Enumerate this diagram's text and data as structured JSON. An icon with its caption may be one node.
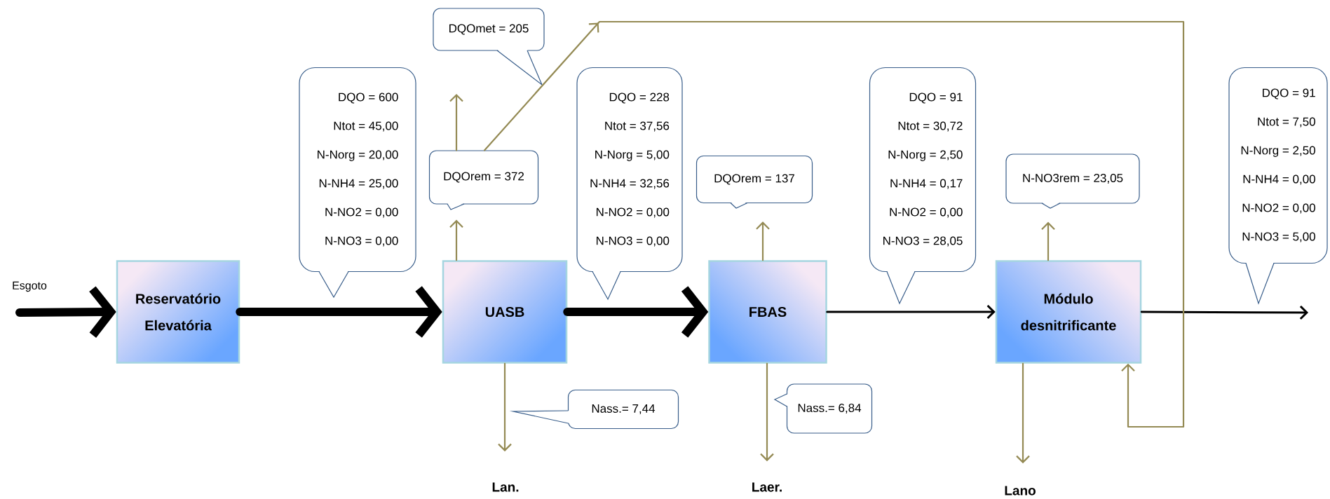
{
  "diagram": {
    "nodes": [
      {
        "text": [
          "DQOmet = 205"
        ]
      },
      {
        "text": [
          "DQO = 600",
          "Ntot = 45,00",
          "N-Norg = 20,00",
          "N-NH4 = 25,00",
          "N-NO2 = 0,00",
          "N-NO3 = 0,00"
        ]
      },
      {
        "text": [
          "DQOrem = 372"
        ]
      },
      {
        "text": [
          "DQO = 228",
          "Ntot = 37,56",
          "N-Norg = 5,00",
          "N-NH4 = 32,56",
          "N-NO2 = 0,00",
          "N-NO3 = 0,00"
        ]
      },
      {
        "text": [
          "DQOrem = 137"
        ]
      },
      {
        "text": [
          "DQO = 91",
          "Ntot = 30,72",
          "N-Norg = 2,50",
          "N-NH4 = 0,17",
          "N-NO2 = 0,00",
          "N-NO3 = 28,05"
        ]
      },
      {
        "text": [
          "N-NO3rem = 23,05"
        ]
      },
      {
        "text": [
          "DQO = 91",
          "Ntot = 7,50",
          "N-Norg = 2,50",
          "N-NH4 = 0,00",
          "N-NO2 = 0,00",
          "N-NO3 = 5,00"
        ]
      },
      {
        "text": [
          "Reservatório Elevatória"
        ]
      },
      {
        "text": [
          "UASB"
        ]
      },
      {
        "text": [
          "FBAS"
        ]
      },
      {
        "text": [
          "Módulo desnitrificante"
        ]
      },
      {
        "text": [
          "Nass.= 7,44"
        ]
      },
      {
        "text": [
          "Nass.= 6,84"
        ]
      },
      {
        "text": [
          "Lan."
        ]
      },
      {
        "text": [
          "Laer."
        ]
      },
      {
        "text": [
          "Lano"
        ]
      }
    ],
    "edges": [
      {
        "from": null,
        "to": 8,
        "arrow": "to",
        "style": "thick",
        "color": "#000000"
      },
      {
        "from": 8,
        "to": 9,
        "arrow": "to",
        "style": "thick",
        "color": "#000000"
      },
      {
        "from": 9,
        "to": 10,
        "arrow": "to",
        "style": "thick",
        "color": "#000000"
      },
      {
        "from": 10,
        "to": 11,
        "arrow": "to",
        "color": "#000000"
      },
      {
        "from": 11,
        "to": null,
        "arrow": "to",
        "color": "#000000"
      },
      {
        "from": 9,
        "to": 2,
        "arrow": "to"
      },
      {
        "from": 2,
        "to": null,
        "arrow": "to"
      },
      {
        "from": 2,
        "to": 11,
        "arrow": "to"
      },
      {
        "from": 9,
        "to": 14,
        "arrow": "to"
      },
      {
        "from": 10,
        "to": 4,
        "arrow": "to"
      },
      {
        "from": 10,
        "to": 15,
        "arrow": "to"
      },
      {
        "from": 11,
        "to": 6,
        "arrow": "to"
      },
      {
        "from": 11,
        "to": 16,
        "arrow": "to"
      }
    ],
    "labels": [
      "Esgoto"
    ]
  }
}
